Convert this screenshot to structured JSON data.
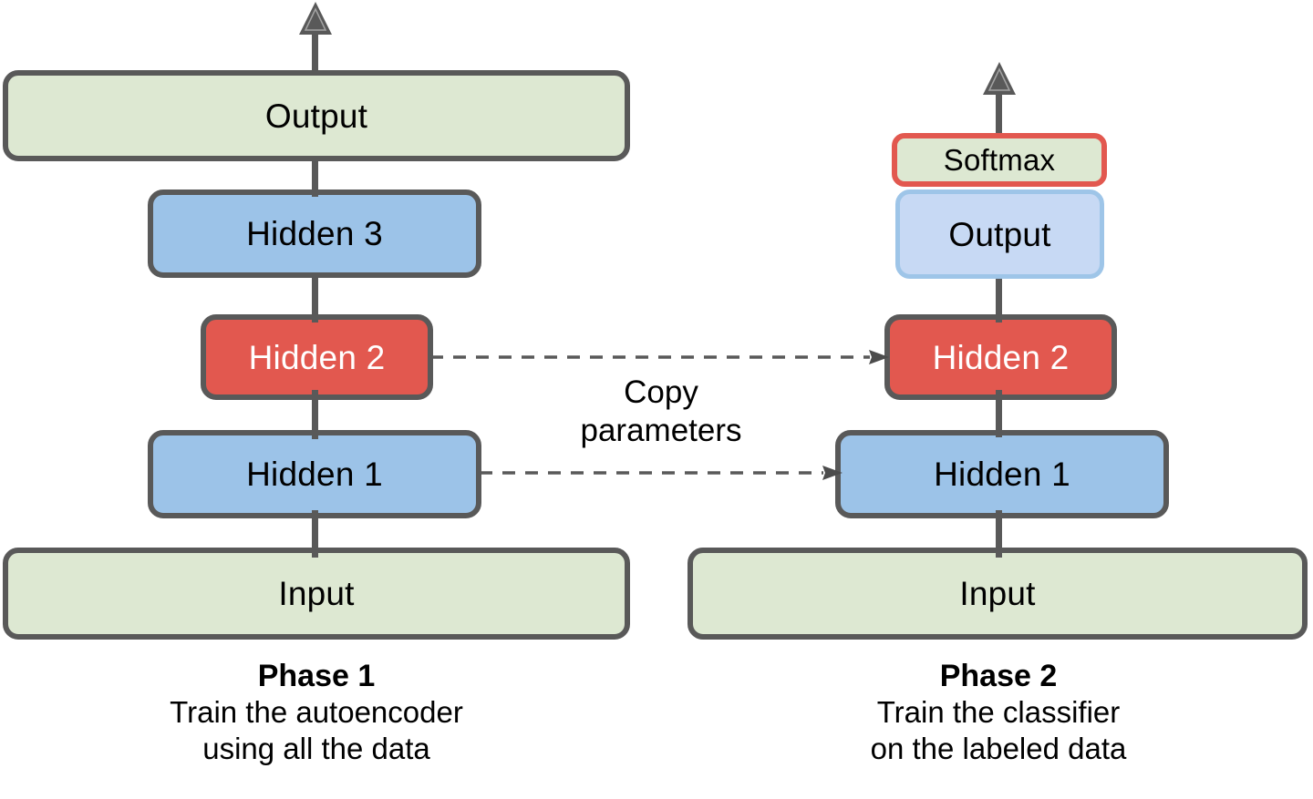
{
  "diagram": {
    "title": "Autoencoder pretraining two-phase diagram",
    "colors": {
      "green_fill": "#dde8d2",
      "blue_fill": "#9cc3e8",
      "red_fill": "#e2584f",
      "light_blue_fill": "#c7d9f4",
      "light_blue_border": "#9ec5e8",
      "border_gray": "#595959",
      "red_border": "#e2584f",
      "text_dark": "#000000",
      "text_light": "#ffffff",
      "background": "#ffffff"
    },
    "phase1": {
      "caption_title": "Phase 1",
      "caption_line1": "Train the autoencoder",
      "caption_line2": "using all the data",
      "nodes": {
        "output": "Output",
        "hidden3": "Hidden 3",
        "hidden2": "Hidden 2",
        "hidden1": "Hidden 1",
        "input": "Input"
      }
    },
    "phase2": {
      "caption_title": "Phase 2",
      "caption_line1": "Train the classifier",
      "caption_line2": "on the labeled data",
      "nodes": {
        "softmax": "Softmax",
        "output": "Output",
        "hidden2": "Hidden 2",
        "hidden1": "Hidden 1",
        "input": "Input"
      }
    },
    "copy_arrows": {
      "label_line1": "Copy",
      "label_line2": "parameters"
    }
  }
}
